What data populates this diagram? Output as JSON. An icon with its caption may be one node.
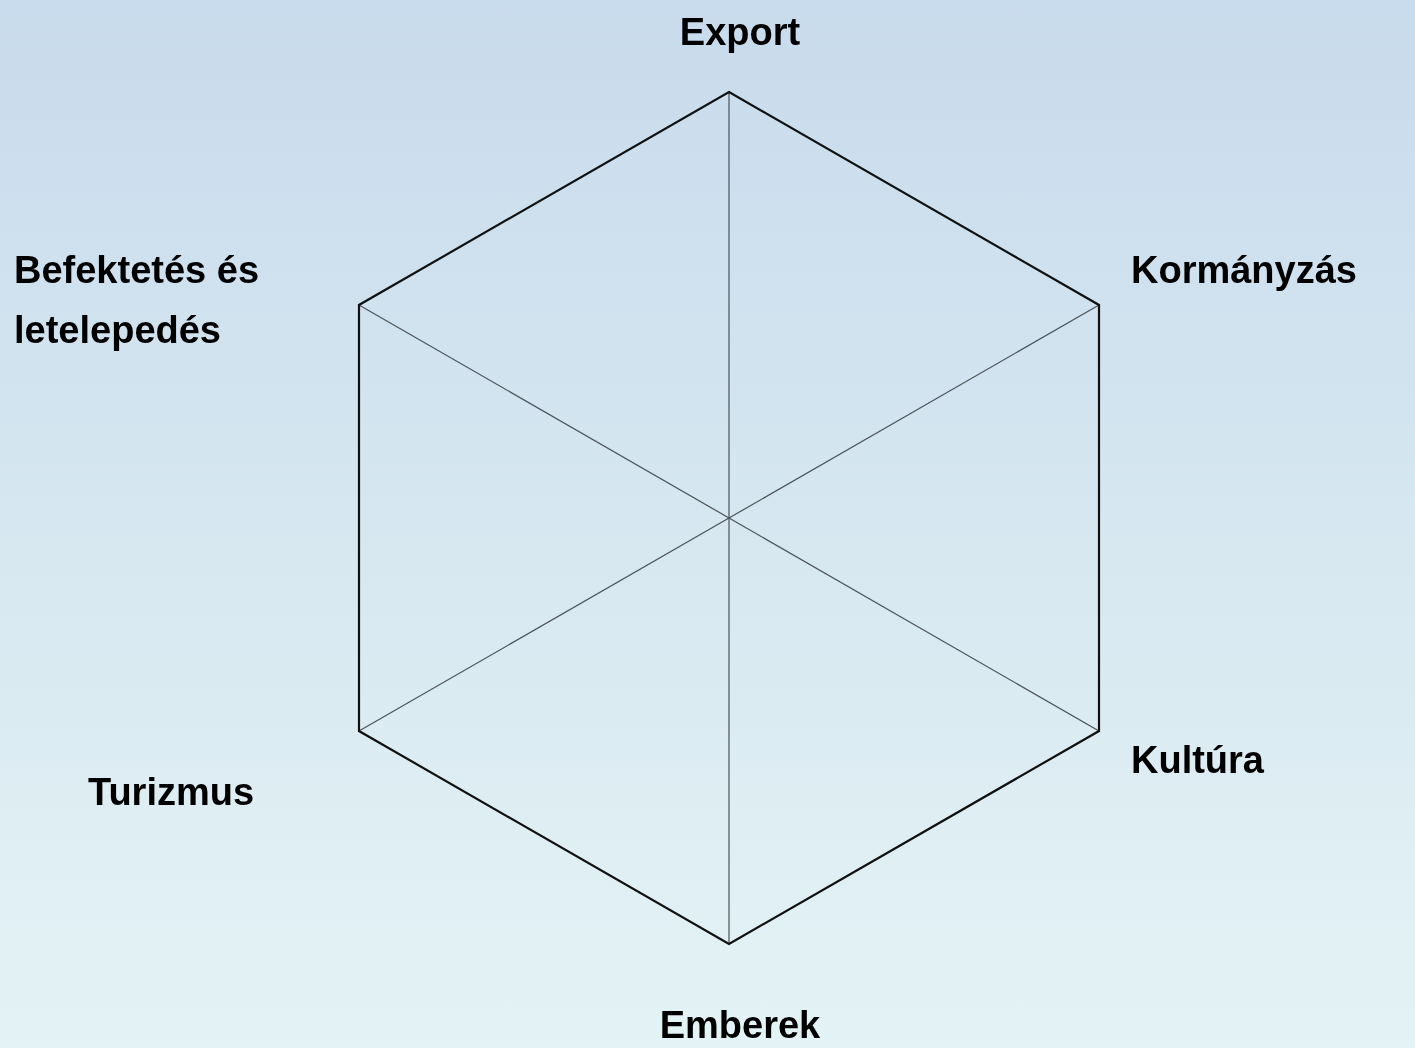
{
  "diagram": {
    "labels": [
      "Export",
      "Befektetés és letelepedés",
      "Kormányzás",
      "Kultúra",
      "Turizmus",
      "Emberek"
    ]
  }
}
